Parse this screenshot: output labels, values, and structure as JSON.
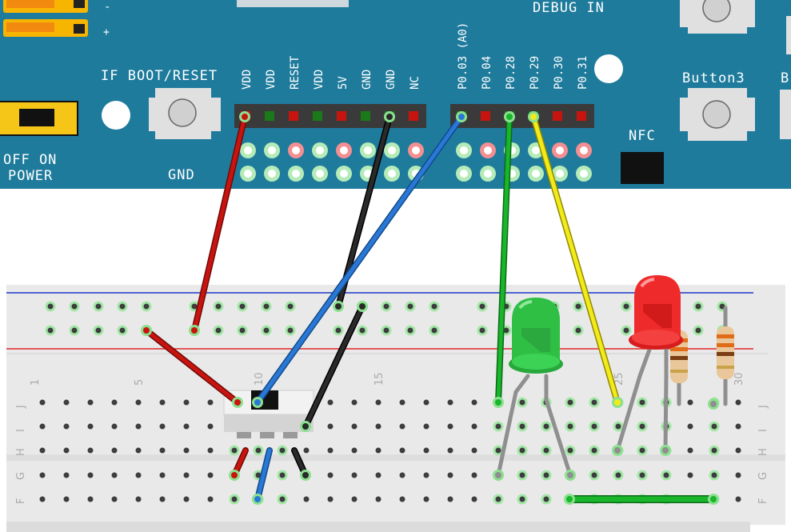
{
  "board": {
    "labels": {
      "debug_in": "DEBUG IN",
      "if_boot_reset": "IF BOOT/RESET",
      "gnd": "GND",
      "off_on": "OFF ON",
      "power": "POWER",
      "button3": "Button3",
      "button4_partial": "B",
      "nfc": "NFC",
      "minus": "-",
      "plus": "+"
    },
    "header_left_pins": [
      "VDD",
      "VDD",
      "RESET",
      "VDD",
      "5V",
      "GND",
      "GND",
      "NC"
    ],
    "header_right_pins": [
      "P0.03 (A0)",
      "P0.04",
      "P0.28",
      "P0.29",
      "P0.30",
      "P0.31"
    ],
    "colors": {
      "pcb": "#1e7b9c",
      "switch": "#f5c518",
      "header": "#3a3a3a"
    }
  },
  "breadboard": {
    "column_numbers": [
      "1",
      "5",
      "10",
      "15",
      "25",
      "30"
    ],
    "row_letters": [
      "J",
      "I",
      "H",
      "G",
      "F"
    ],
    "colors": {
      "rail_positive": "#e0282b",
      "rail_negative": "#1f38c9",
      "body": "#e8e8e8"
    }
  },
  "wires": {
    "colors": {
      "red": "#c8140f",
      "black": "#1c1c1c",
      "blue": "#2a78d6",
      "green": "#19b52a",
      "yellow": "#f2ea1b",
      "leg": "#8f8f8f"
    }
  },
  "components": {
    "led_green": {
      "color": "#2fbf45"
    },
    "led_red": {
      "color": "#ee2a2a"
    },
    "resistor": {
      "color": "#e9c79a"
    }
  }
}
